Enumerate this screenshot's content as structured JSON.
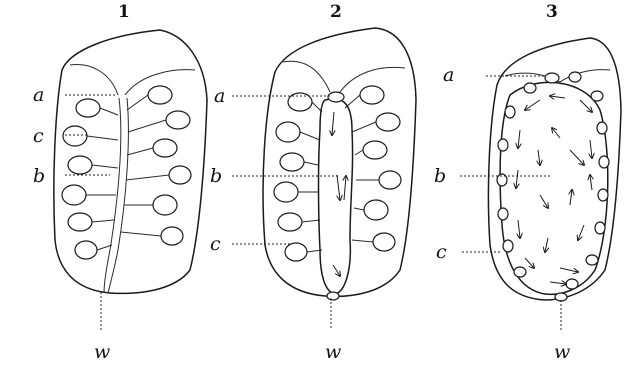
{
  "figures": [
    {
      "number": "1",
      "labels": {
        "a": "a",
        "c": "c",
        "b": "b",
        "w": "w"
      }
    },
    {
      "number": "2",
      "labels": {
        "a": "a",
        "b": "b",
        "c": "c",
        "w": "w"
      }
    },
    {
      "number": "3",
      "labels": {
        "a": "a",
        "b": "b",
        "c": "c",
        "w": "w"
      }
    }
  ]
}
